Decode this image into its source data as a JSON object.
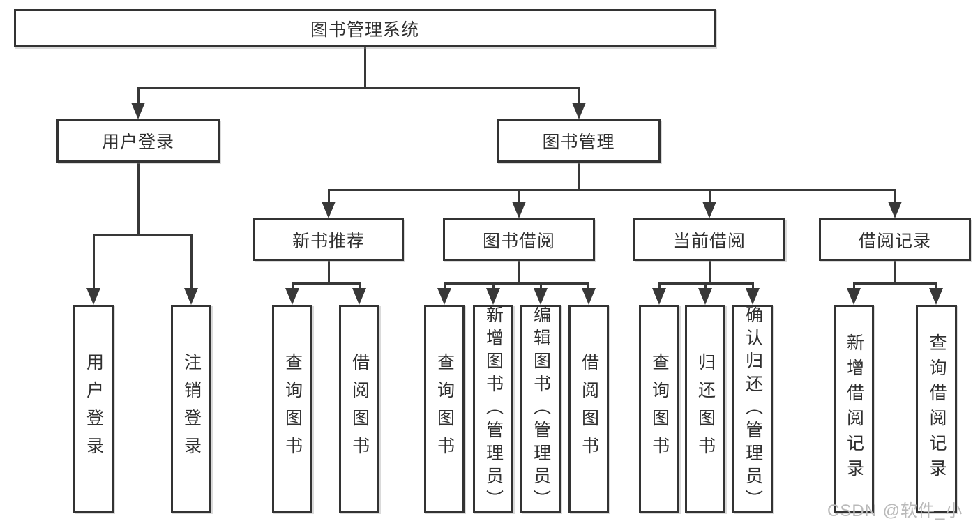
{
  "title": "图书管理系统",
  "nodes": {
    "root": {
      "label": "图书管理系统"
    },
    "userLogin": {
      "label": "用户登录"
    },
    "bookManagement": {
      "label": "图书管理"
    },
    "newBookRecommend": {
      "label": "新书推荐"
    },
    "bookBorrowing": {
      "label": "图书借阅"
    },
    "currentBorrowing": {
      "label": "当前借阅"
    },
    "borrowingRecords": {
      "label": "借阅记录"
    },
    "leafUserLogin": {
      "label": "用户登录"
    },
    "leafLogout": {
      "label": "注销登录"
    },
    "leafNbrQueryBooks": {
      "label": "查询图书"
    },
    "leafNbrBorrowBooks": {
      "label": "借阅图书"
    },
    "leafBbQueryBooks": {
      "label": "查询图书"
    },
    "leafBbAddBooks": {
      "label": "新增图书（管理员）"
    },
    "leafBbEditBooks": {
      "label": "编辑图书（管理员）"
    },
    "leafBbBorrowBooks": {
      "label": "借阅图书"
    },
    "leafCbQueryBooks": {
      "label": "查询图书"
    },
    "leafCbReturnBooks": {
      "label": "归还图书"
    },
    "leafCbConfirmReturn": {
      "label": "确认归还（管理员）"
    },
    "leafBrAddRecord": {
      "label": "新增借阅记录"
    },
    "leafBrQueryRecord": {
      "label": "查询借阅记录"
    }
  },
  "hierarchy": {
    "图书管理系统": {
      "用户登录": [
        "用户登录",
        "注销登录"
      ],
      "图书管理": {
        "新书推荐": [
          "查询图书",
          "借阅图书"
        ],
        "图书借阅": [
          "查询图书",
          "新增图书（管理员）",
          "编辑图书（管理员）",
          "借阅图书"
        ],
        "当前借阅": [
          "查询图书",
          "归还图书",
          "确认归还（管理员）"
        ],
        "借阅记录": [
          "新增借阅记录",
          "查询借阅记录"
        ]
      }
    }
  },
  "watermark": {
    "text": "CSDN @软件_小贺同学"
  },
  "colors": {
    "line": "#383838",
    "box_border": "#333333",
    "text": "#2f2f2f",
    "background": "#ffffff",
    "watermark": "#b9b9b9"
  }
}
